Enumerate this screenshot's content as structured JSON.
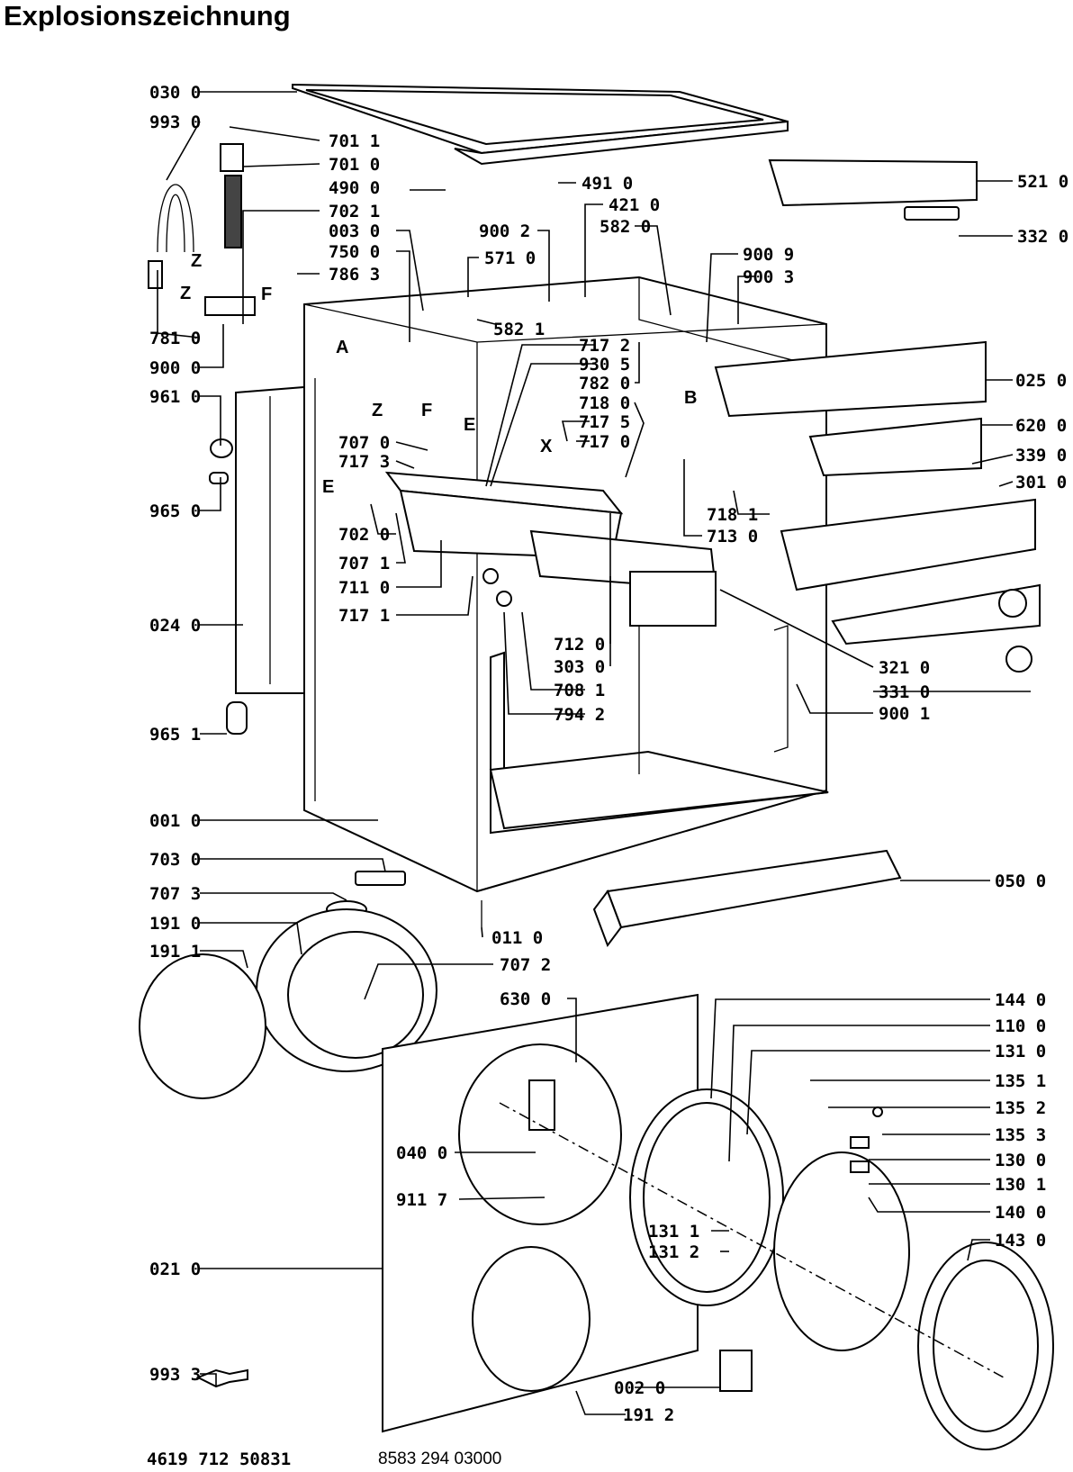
{
  "title": "Explosionszeichnung",
  "footer": {
    "left_code": "4619 712 50831",
    "right_code": "8583 294 03000"
  },
  "parts_left": [
    "030 0",
    "993 0",
    "781 0",
    "900 0",
    "961 0",
    "965 0",
    "024 0",
    "965 1",
    "001 0",
    "703 0",
    "707 3",
    "191 0",
    "191 1",
    "021 0",
    "993 3"
  ],
  "parts_middle": [
    "701 1",
    "701 0",
    "490 0",
    "702 1",
    "003 0",
    "750 0",
    "786 3",
    "900 2",
    "571 0",
    "582 1",
    "491 0",
    "421 0",
    "582 0",
    "717 2",
    "930 5",
    "782 0",
    "718 0",
    "717 5",
    "717 0",
    "707 0",
    "717 3",
    "702 0",
    "707 1",
    "711 0",
    "717 1",
    "712 0",
    "303 0",
    "708 1",
    "794 2",
    "718 1",
    "713 0",
    "011 0",
    "707 2",
    "630 0",
    "040 0",
    "911 7",
    "131 1",
    "131 2",
    "002 0",
    "191 2"
  ],
  "parts_right": [
    "521 0",
    "332 0",
    "900 9",
    "900 3",
    "025 0",
    "620 0",
    "339 0",
    "301 0",
    "321 0",
    "331 0",
    "900 1",
    "050 0",
    "144 0",
    "110 0",
    "131 0",
    "135 1",
    "135 2",
    "135 3",
    "130 0",
    "130 1",
    "140 0",
    "143 0"
  ],
  "letters": [
    "Z",
    "F",
    "Z",
    "A",
    "Z",
    "F",
    "E",
    "B",
    "X",
    "E"
  ]
}
